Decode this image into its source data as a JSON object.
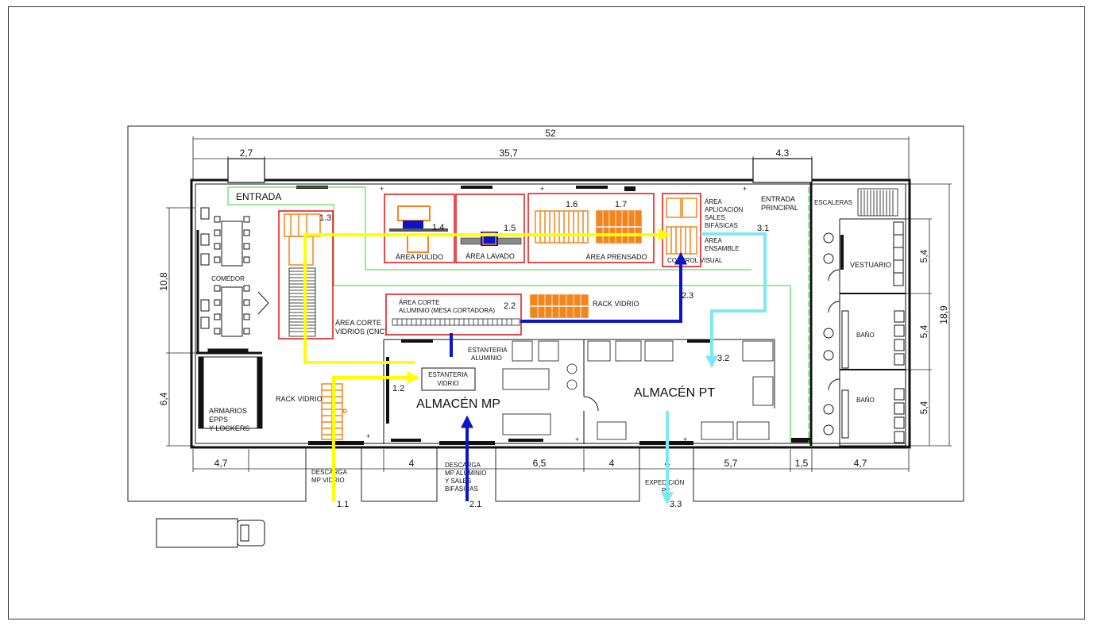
{
  "dimensions": {
    "total": "52",
    "top": [
      "2,7",
      "35,7",
      "4,3"
    ],
    "bottom": [
      "4,7",
      "4",
      "6,5",
      "4",
      "4",
      "5,7",
      "1,5",
      "4,7"
    ],
    "left": [
      "10,8",
      "6,4"
    ],
    "right_outer": "18,9",
    "right": [
      "5,4",
      "5,4",
      "5,4"
    ]
  },
  "labels": {
    "entrada": "ENTRADA",
    "entrada_principal": [
      "ENTRADA",
      "PRINCIPAL"
    ],
    "escaleras": "ESCALERAS",
    "vestuario": "VESTUARIO",
    "bano": "BAÑO",
    "comedor": "COMEDOR",
    "armarios": [
      "ARMARIOS",
      "EPPS",
      "Y LOCKERS"
    ],
    "rack_vidrio": "RACK VIDRIO",
    "area_corte_vidrios": [
      "ÁREA CORTE",
      "VIDRIOS (CNC)"
    ],
    "area_pulido": "ÁREA PULIDO",
    "area_lavado": "ÁREA LAVADO",
    "area_prensado": "ÁREA PRENSADO",
    "area_aplicacion": [
      "ÁREA",
      "APLICACIÓN",
      "SALES",
      "BIFÁSICAS"
    ],
    "area_ensamble": [
      "ÁREA",
      "ENSAMBLE"
    ],
    "control_visual": "CONTROL VISUAL",
    "area_corte_aluminio": [
      "ÁREA CORTE",
      "ALUMINIO (MESA CORTADORA)"
    ],
    "estanteria_aluminio": [
      "ESTANTERIA",
      "ALUMINIO"
    ],
    "estanteria_vidrio": [
      "ESTANTERIA",
      "VIDRIO"
    ],
    "almacen_mp": "ALMACÉN MP",
    "almacen_pt": "ALMACÉN PT",
    "descarga_vidrio": [
      "DESCARGA",
      "MP VIDRIO"
    ],
    "descarga_aluminio": [
      "DESCARGA",
      "MP ALUMINIO",
      "Y SALES",
      "BIFÁSICAS"
    ],
    "expedicion": [
      "EXPEDICIÓN",
      "PT"
    ]
  },
  "flow_steps": [
    "1.1",
    "1.2",
    "1.3",
    "1.4",
    "1.5",
    "1.6",
    "1.7",
    "2.1",
    "2.2",
    "2.3",
    "3.1",
    "3.2",
    "3.3"
  ],
  "colors": {
    "flow_glass": "#ffff00",
    "flow_aluminium": "#0a14c8",
    "flow_product": "#7ee8f2",
    "area_box": "#e01010",
    "aisle": "#37d437",
    "machine": "#f2861e"
  }
}
